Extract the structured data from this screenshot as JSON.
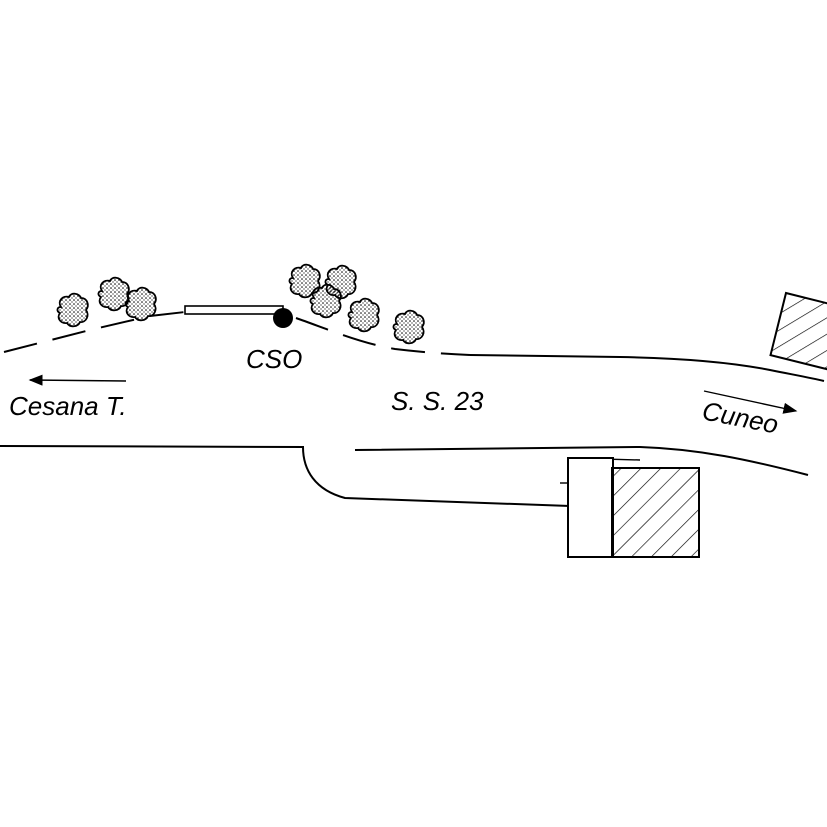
{
  "labels": {
    "station": "CSO",
    "road": "S. S. 23",
    "west_destination": "Cesana T.",
    "east_destination": "Cuneo"
  },
  "colors": {
    "ink": "#000000",
    "paper": "#ffffff"
  },
  "icons": {
    "tree": "tree-icon",
    "station_marker": "station-dot-icon",
    "arrow": "arrow-icon",
    "building": "hatched-building-icon"
  }
}
